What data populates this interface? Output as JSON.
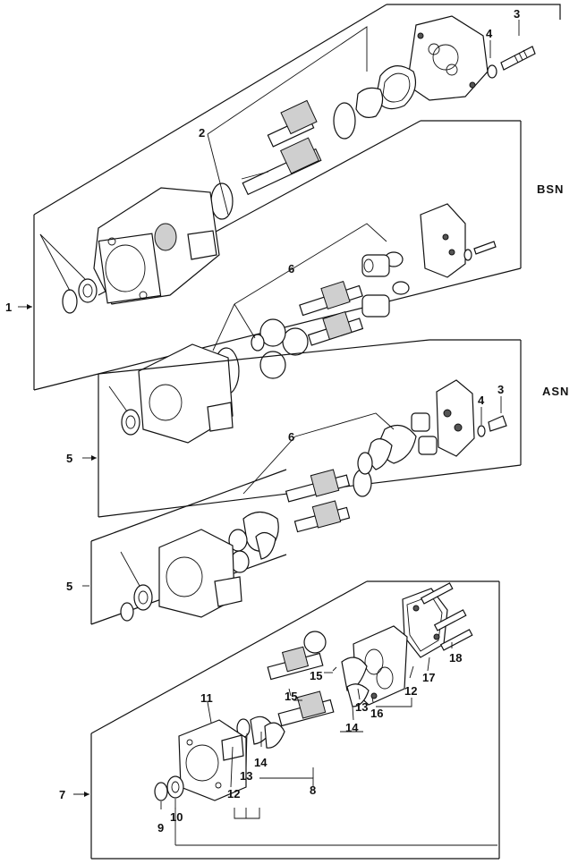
{
  "side_labels": {
    "bsn": "BSN",
    "asn": "ASN"
  },
  "callouts": {
    "c1": "1",
    "c2": "2",
    "c3a": "3",
    "c4a": "4",
    "c6a": "6",
    "c5a": "5",
    "c4b": "4",
    "c3b": "3",
    "c6b": "6",
    "c5b": "5",
    "c11": "11",
    "c15a": "15",
    "c15b": "15",
    "c12a": "12",
    "c13a": "13",
    "c14a": "14",
    "c12b": "12",
    "c13b": "13",
    "c16": "16",
    "c14b": "14",
    "c17": "17",
    "c18": "18",
    "c8": "8",
    "c7": "7",
    "c9": "9",
    "c10": "10"
  }
}
